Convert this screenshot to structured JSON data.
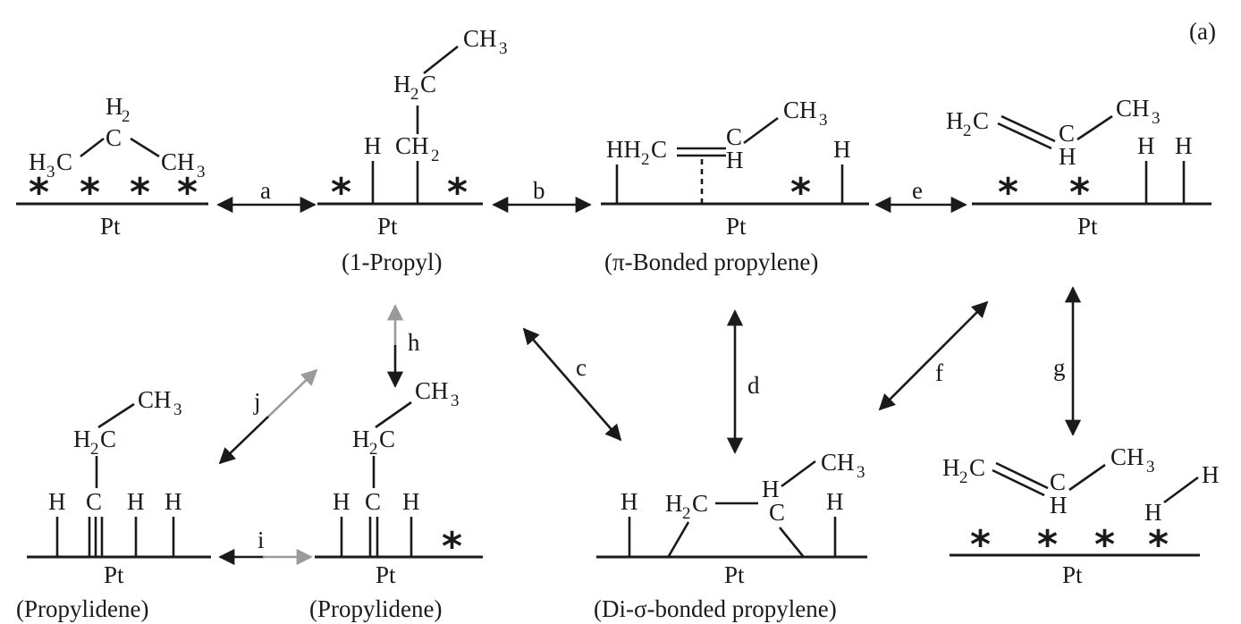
{
  "panel_label": "(a)",
  "atoms": {
    "h": "H",
    "c": "C",
    "h2": "H",
    "ch": "CH",
    "h3c": "H",
    "ch2": "CH",
    "hh2c": "HH",
    "sub2": "2",
    "sub3": "3",
    "star": "*",
    "pt": "Pt"
  },
  "captions": {
    "s2": "(1-Propyl)",
    "s3": "(π-Bonded propylene)",
    "s6": "(Propylidene)",
    "s7": "(Propylidene)",
    "s8": "(Di-σ-bonded propylene)"
  },
  "arrows": {
    "a": "a",
    "b": "b",
    "c": "c",
    "d": "d",
    "e": "e",
    "f": "f",
    "g": "g",
    "h": "h",
    "i": "i",
    "j": "j"
  },
  "colors": {
    "ink": "#1a1a1a",
    "gray_arrow": "#9a9a9a",
    "background": "#ffffff"
  }
}
